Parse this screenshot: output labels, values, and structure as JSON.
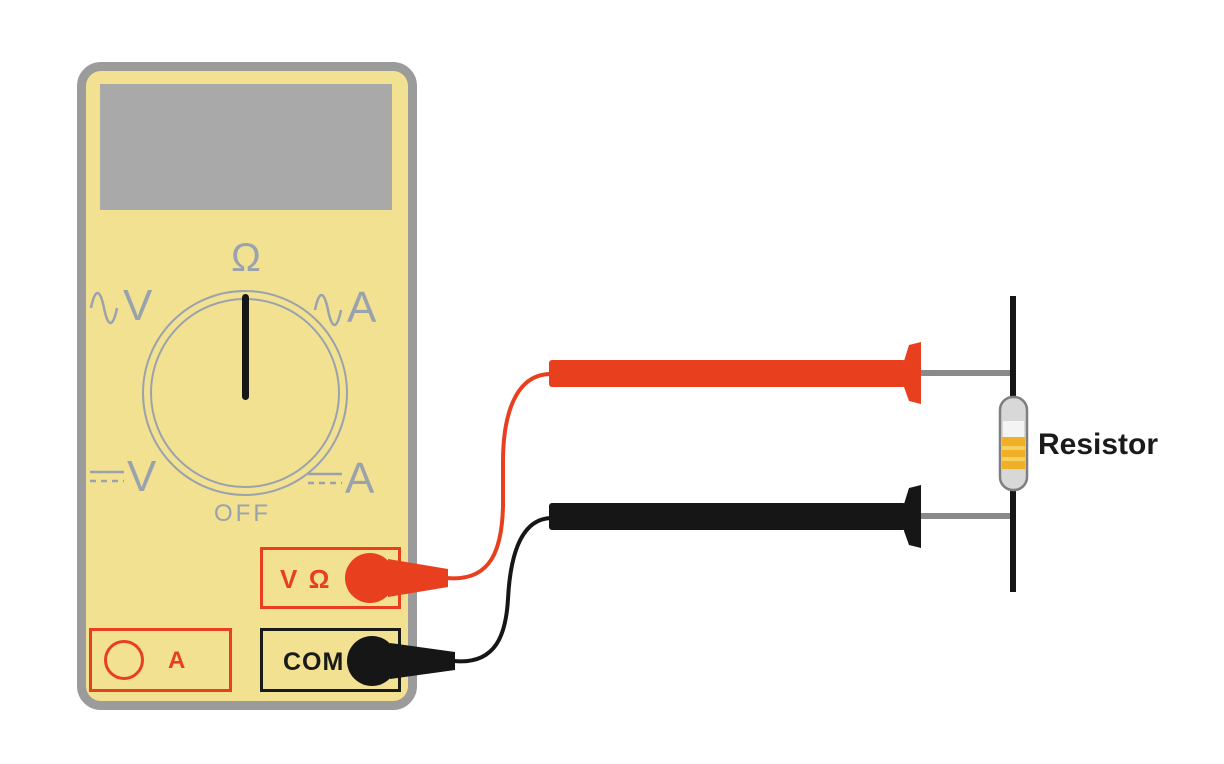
{
  "multimeter": {
    "dial": {
      "ohm": "Ω",
      "off": "OFF",
      "ac_voltage": "V",
      "ac_current": "A",
      "dc_voltage": "V",
      "dc_current": "A"
    },
    "jacks": {
      "volt_ohm": "V Ω",
      "current": "A",
      "common": "COM"
    },
    "colors": {
      "body": "#F2E191",
      "border": "#9B9B9B",
      "display": "#A9A9A9",
      "dial_markings": "#9AA2AD",
      "red_accent": "#E8401F",
      "black_accent": "#161616"
    }
  },
  "probes": {
    "red_probe_color": "#E8401F",
    "black_probe_color": "#161616",
    "tip_color": "#8A8A8A"
  },
  "resistor": {
    "label": "Resistor",
    "cap_color": "#D8D8D8",
    "band_color": "#EFAF26",
    "stripe_color": "#F7CF5F"
  }
}
